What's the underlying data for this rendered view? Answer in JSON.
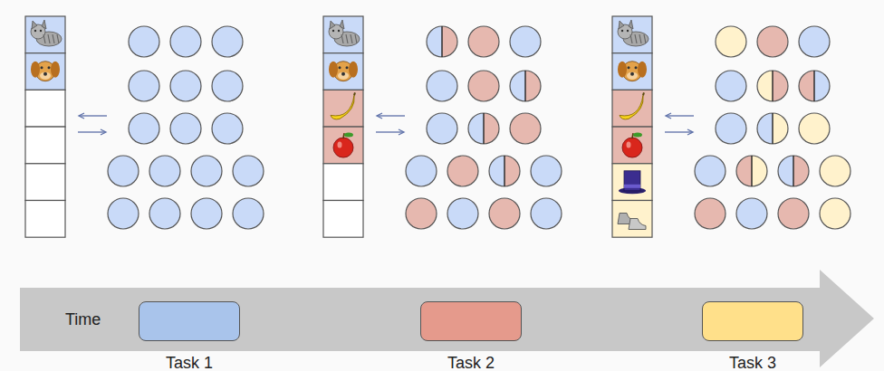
{
  "diagram": {
    "nodes": [
      {
        "text": [
          "Time"
        ]
      },
      {
        "text": [
          "Task 1"
        ],
        "in": 0
      },
      {
        "text": [
          "Task 2"
        ],
        "in": 0
      },
      {
        "text": [
          "Task 3"
        ],
        "in": 0
      }
    ]
  }
}
